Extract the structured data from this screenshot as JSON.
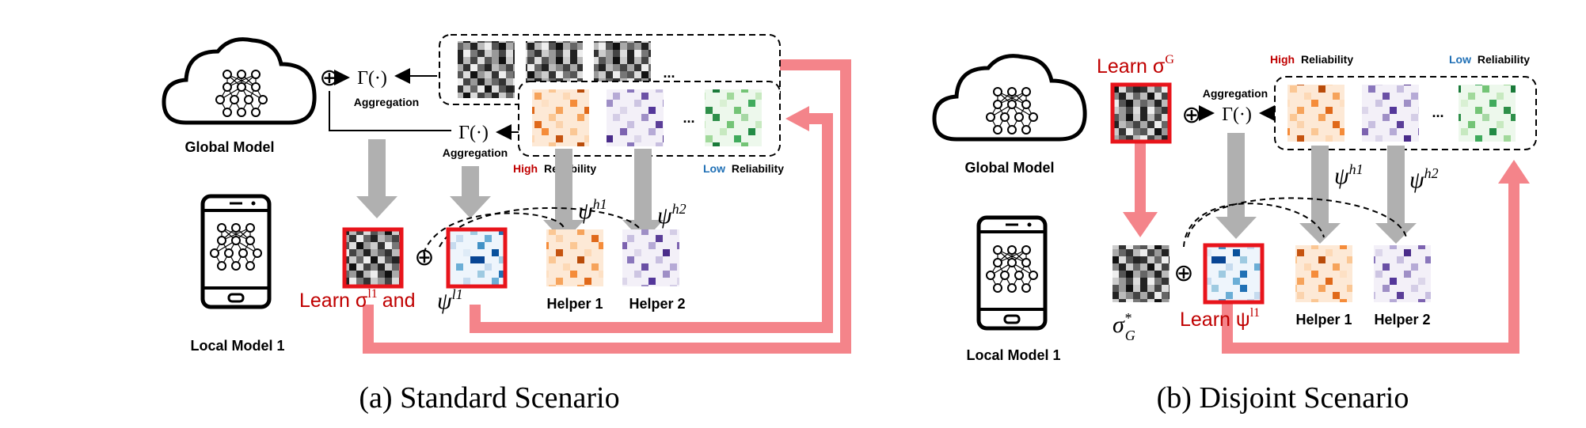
{
  "left": {
    "caption": "(a) Standard Scenario",
    "global_model_label": "Global Model",
    "local_model_label": "Local Model 1",
    "aggregation_top": "Aggregation",
    "aggregation_mid": "Aggregation",
    "gamma": "Γ(·)",
    "oplus": "⊕",
    "ellipsis": "...",
    "high": "High",
    "low": "Low",
    "reliability": "Reliability",
    "psi_h1": "ψ",
    "psi_h1_sup": "h1",
    "psi_h2": "ψ",
    "psi_h2_sup": "h2",
    "learn_text": "Learn σ",
    "learn_sup": "l1",
    "and_text": "and",
    "learn_psi": "ψ",
    "learn_psi_sup": "l1",
    "helper1": "Helper 1",
    "helper2": "Helper 2"
  },
  "right": {
    "caption": "(b) Disjoint Scenario",
    "global_model_label": "Global Model",
    "local_model_label": "Local Model 1",
    "aggregation": "Aggregation",
    "gamma": "Γ(·)",
    "oplus": "⊕",
    "ellipsis": "...",
    "high": "High",
    "low": "Low",
    "reliability": "Reliability",
    "learn_sigma": "Learn σ",
    "learn_sigma_sup": "G",
    "psi_h1": "ψ",
    "psi_h1_sup": "h1",
    "psi_h2": "ψ",
    "psi_h2_sup": "h2",
    "sigma_star": "σ",
    "sigma_star_sup": "*",
    "sigma_star_sub": "G",
    "learn_psi": "Learn ψ",
    "learn_psi_sup": "l1",
    "helper1": "Helper 1",
    "helper2": "Helper 2"
  },
  "colors": {
    "red_border": "#e8141b",
    "pink_arrow": "#f4848a",
    "gray_arrow": "#b0b0b0",
    "high_red": "#c00000",
    "low_blue": "#1f6fb5"
  }
}
